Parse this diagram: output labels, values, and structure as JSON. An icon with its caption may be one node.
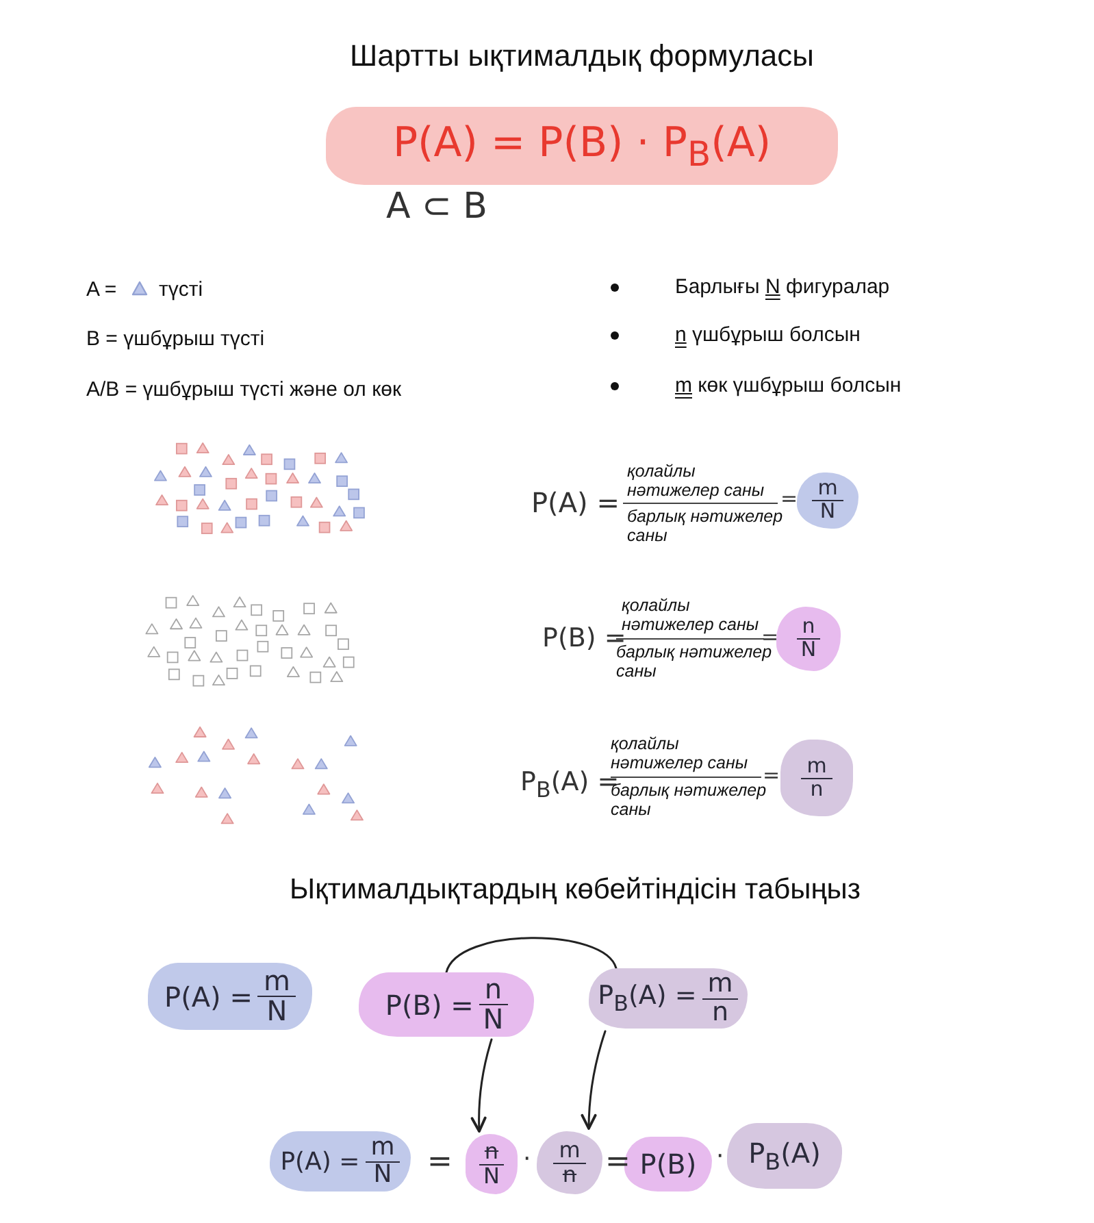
{
  "diagram": {
    "title": "Шартты ықтималдық формуласы",
    "nodes": [
      {
        "text": [
          "P(A) = P(B) · P$_{B}$(A)"
        ]
      },
      {
        "text": [
          "m",
          "N"
        ]
      },
      {
        "text": [
          "n",
          "N"
        ]
      },
      {
        "text": [
          "m",
          "n"
        ]
      },
      {
        "text": [
          "P(A) =",
          "m",
          "N"
        ]
      },
      {
        "text": [
          "P(B) =",
          "n",
          "N"
        ]
      },
      {
        "text": [
          "P$_{B}$(A) =",
          "m",
          "n"
        ]
      },
      {
        "text": [
          "P(A) =",
          "m",
          "N"
        ]
      },
      {
        "text": [
          "n",
          "N"
        ]
      },
      {
        "text": [
          "m",
          "n"
        ]
      },
      {
        "text": [
          "P(B)"
        ]
      },
      {
        "text": [
          "P$_{B}$(A)"
        ]
      }
    ],
    "edges": [
      {
        "from": 5,
        "to": 6,
        "arrow": "none"
      },
      {
        "from": 5,
        "to": 8,
        "arrow": "to"
      },
      {
        "from": 6,
        "to": 9,
        "arrow": "to"
      }
    ],
    "labels": [
      "A ⊂ B",
      "A =",
      "түсті",
      "Барлығы N фигуралар",
      "B = үшбұрыш түсті",
      "n үшбұрыш болсын",
      "A/B = үшбұрыш түсті және ол көк",
      "m көк үшбұрыш болсын",
      "P(A) =",
      "қолайлы нәтижелер саны",
      "барлық нәтижелер саны",
      "=",
      "P(B) =",
      "қолайлы нәтижелер саны",
      "барлық нәтижелер саны",
      "=",
      "P$_{B}$(A) =",
      "қолайлы нәтижелер саны",
      "барлық нәтижелер саны",
      "=",
      "Ықтималдықтардың көбейтіндісін табыңыз",
      "=",
      "·",
      "=",
      "·"
    ]
  }
}
